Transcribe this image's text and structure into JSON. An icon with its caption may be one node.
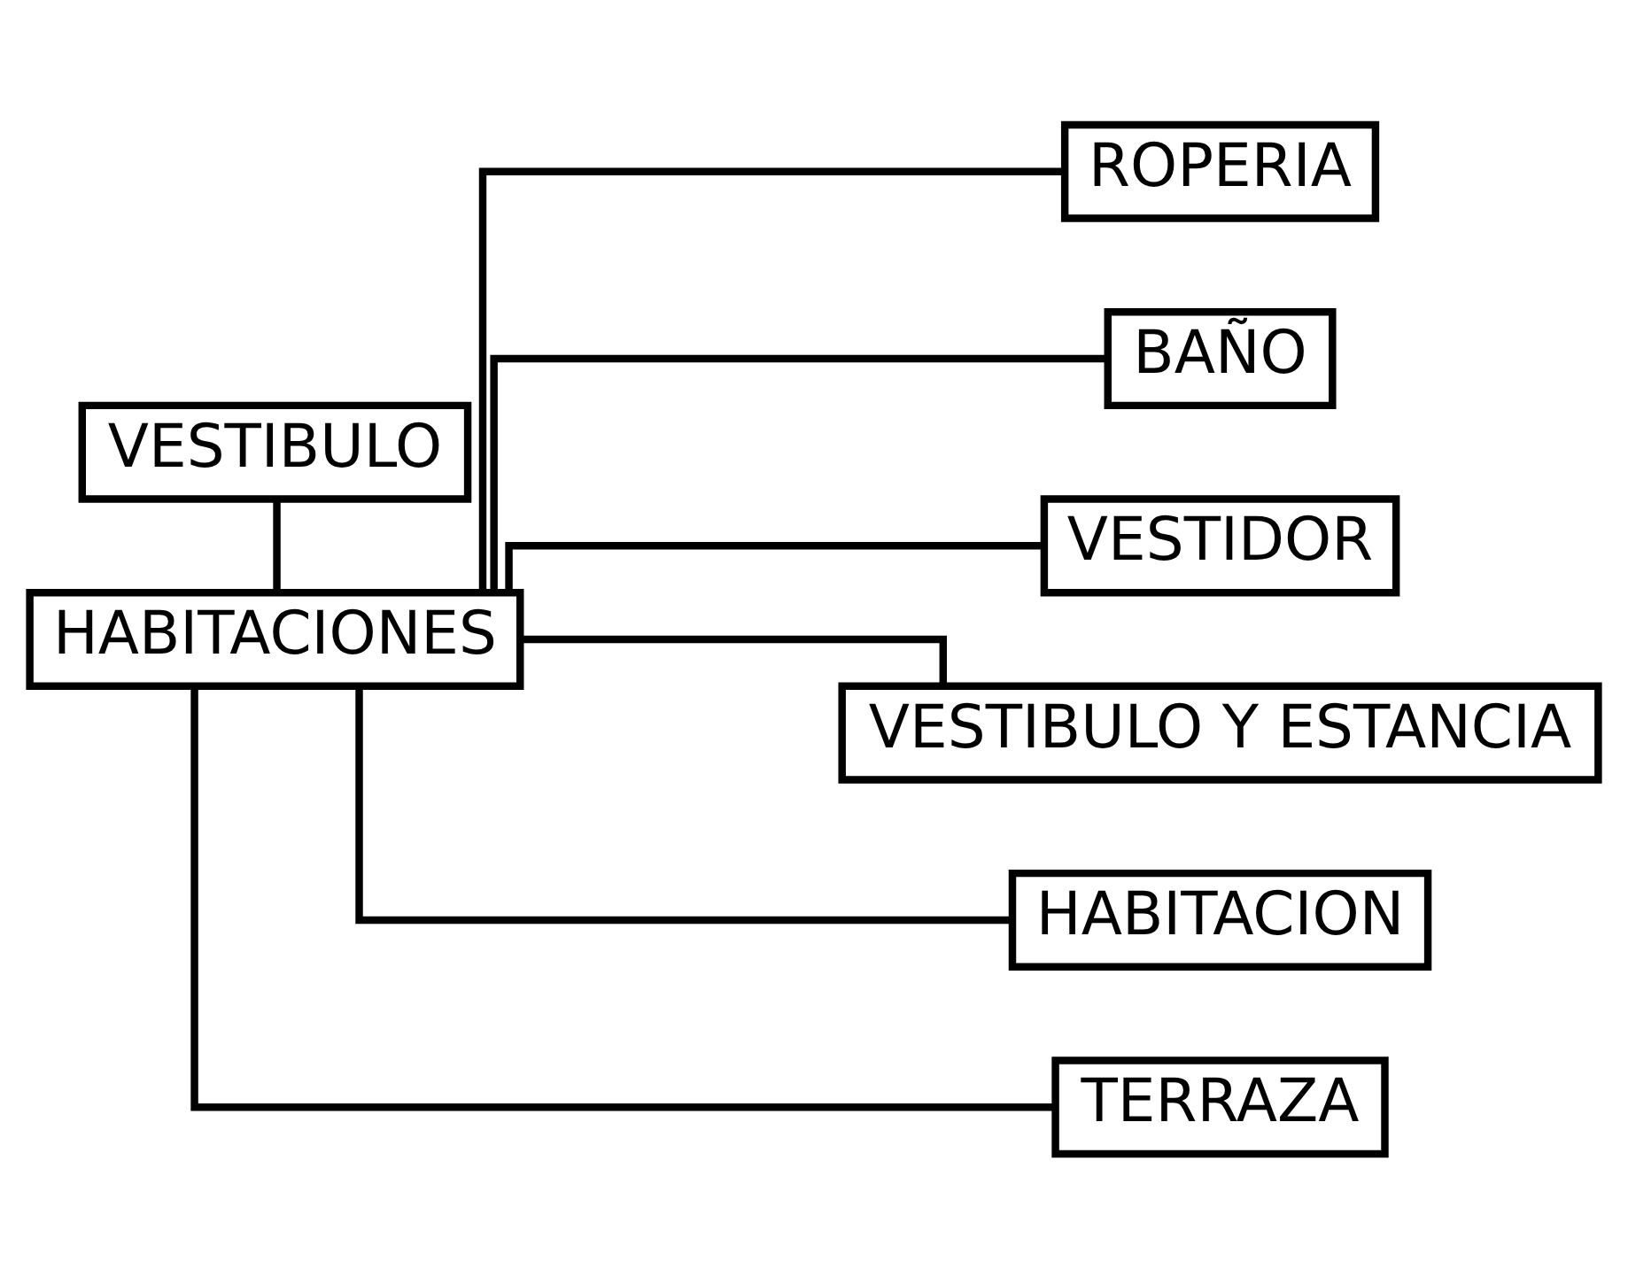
{
  "diagram": {
    "nodes": [
      {
        "text": [
          "VESTIBULO"
        ]
      },
      {
        "text": [
          "HABITACIONES"
        ]
      },
      {
        "text": [
          "ROPERIA"
        ]
      },
      {
        "text": [
          "BAÑO"
        ]
      },
      {
        "text": [
          "VESTIDOR"
        ]
      },
      {
        "text": [
          "VESTIBULO Y ESTANCIA"
        ]
      },
      {
        "text": [
          "HABITACION"
        ]
      },
      {
        "text": [
          "TERRAZA"
        ]
      }
    ],
    "edges": [
      {
        "from": 0,
        "to": 1,
        "arrow": "none"
      },
      {
        "from": 1,
        "to": 2,
        "arrow": "none"
      },
      {
        "from": 1,
        "to": 3,
        "arrow": "none"
      },
      {
        "from": 1,
        "to": 4,
        "arrow": "none"
      },
      {
        "from": 1,
        "to": 5,
        "arrow": "none"
      },
      {
        "from": 1,
        "to": 6,
        "arrow": "none"
      },
      {
        "from": 1,
        "to": 7,
        "arrow": "none"
      }
    ]
  }
}
